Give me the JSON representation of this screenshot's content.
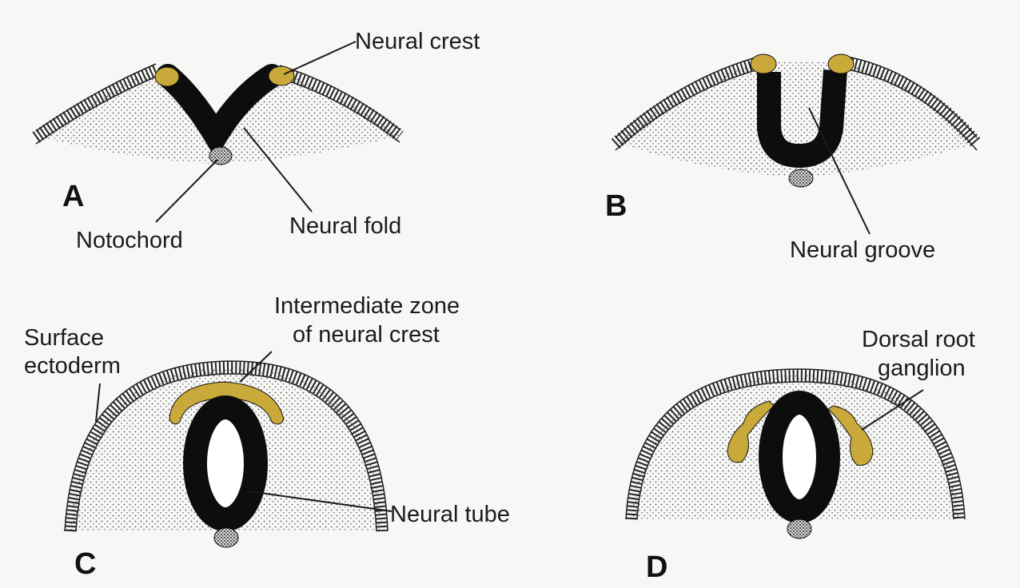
{
  "panels": [
    {
      "letter": "A",
      "labels": {
        "neural_crest": "Neural crest",
        "notochord": "Notochord",
        "neural_fold": "Neural fold"
      }
    },
    {
      "letter": "B",
      "labels": {
        "neural_groove": "Neural groove"
      }
    },
    {
      "letter": "C",
      "labels": {
        "surface_line1": "Surface",
        "surface_line2": "ectoderm",
        "intermediate_line1": "Intermediate zone",
        "intermediate_line2": "of neural crest",
        "neural_tube": "Neural tube"
      }
    },
    {
      "letter": "D",
      "labels": {
        "drg_line1": "Dorsal root",
        "drg_line2": "ganglion"
      }
    }
  ],
  "colors": {
    "neural_crest": "#c9a93a",
    "neural_tissue": "#0d0d0d",
    "ectoderm_stripe": "#2a2a2a",
    "mesoderm": "#f7f7f6"
  }
}
